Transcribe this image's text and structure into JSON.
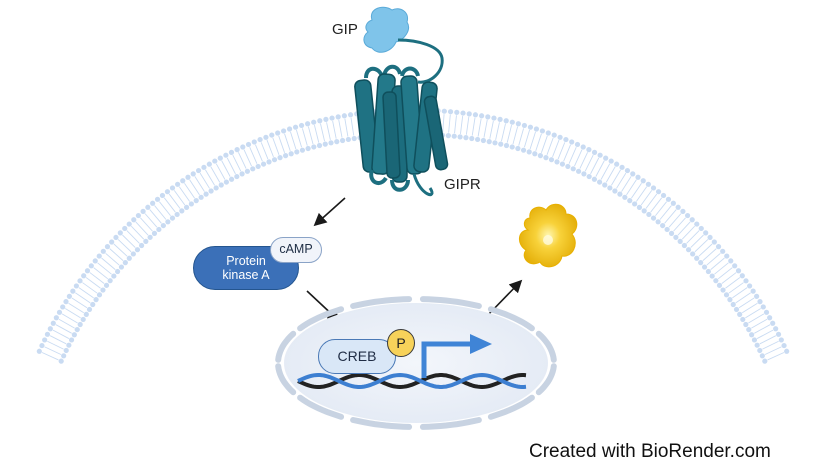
{
  "labels": {
    "ligand": "GIP",
    "receptor": "GIPR",
    "kinase": "Protein kinase A",
    "second_messenger": "cAMP",
    "transcription_factor": "CREB",
    "phosphate": "P"
  },
  "credit": "Created with BioRender.com",
  "colors": {
    "membrane": "#c9dbf2",
    "receptor": "#1d6f80",
    "ligand": "#7fc4ea",
    "kinase": "#3b70b8",
    "nucleus": "#e9eef6",
    "dna_blue": "#3d7fd1",
    "dna_dark": "#222222",
    "promoter_arrow": "#3f84d6",
    "product": "#f1c21b",
    "phosphate": "#f7d25a"
  }
}
